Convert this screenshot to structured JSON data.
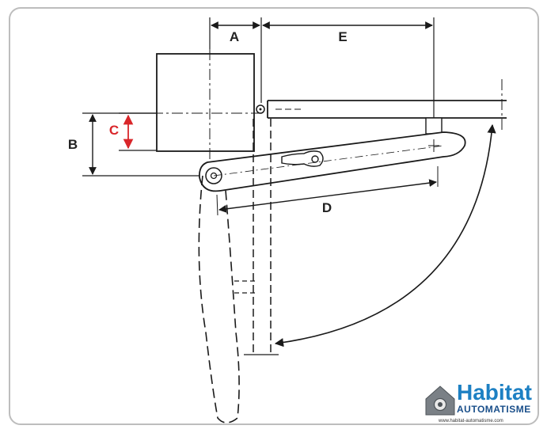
{
  "diagram": {
    "labels": {
      "a": "A",
      "b": "B",
      "c": "C",
      "d": "D",
      "e": "E"
    },
    "colors": {
      "line": "#1a1a1a",
      "dimension_c": "#d9262a",
      "brand": "#1d80c3"
    }
  },
  "brand": {
    "title": "Habitat",
    "subtitle": "AUTOMATISME",
    "url": "www.habitat-automatisme.com",
    "icon": "house-gear-icon"
  }
}
